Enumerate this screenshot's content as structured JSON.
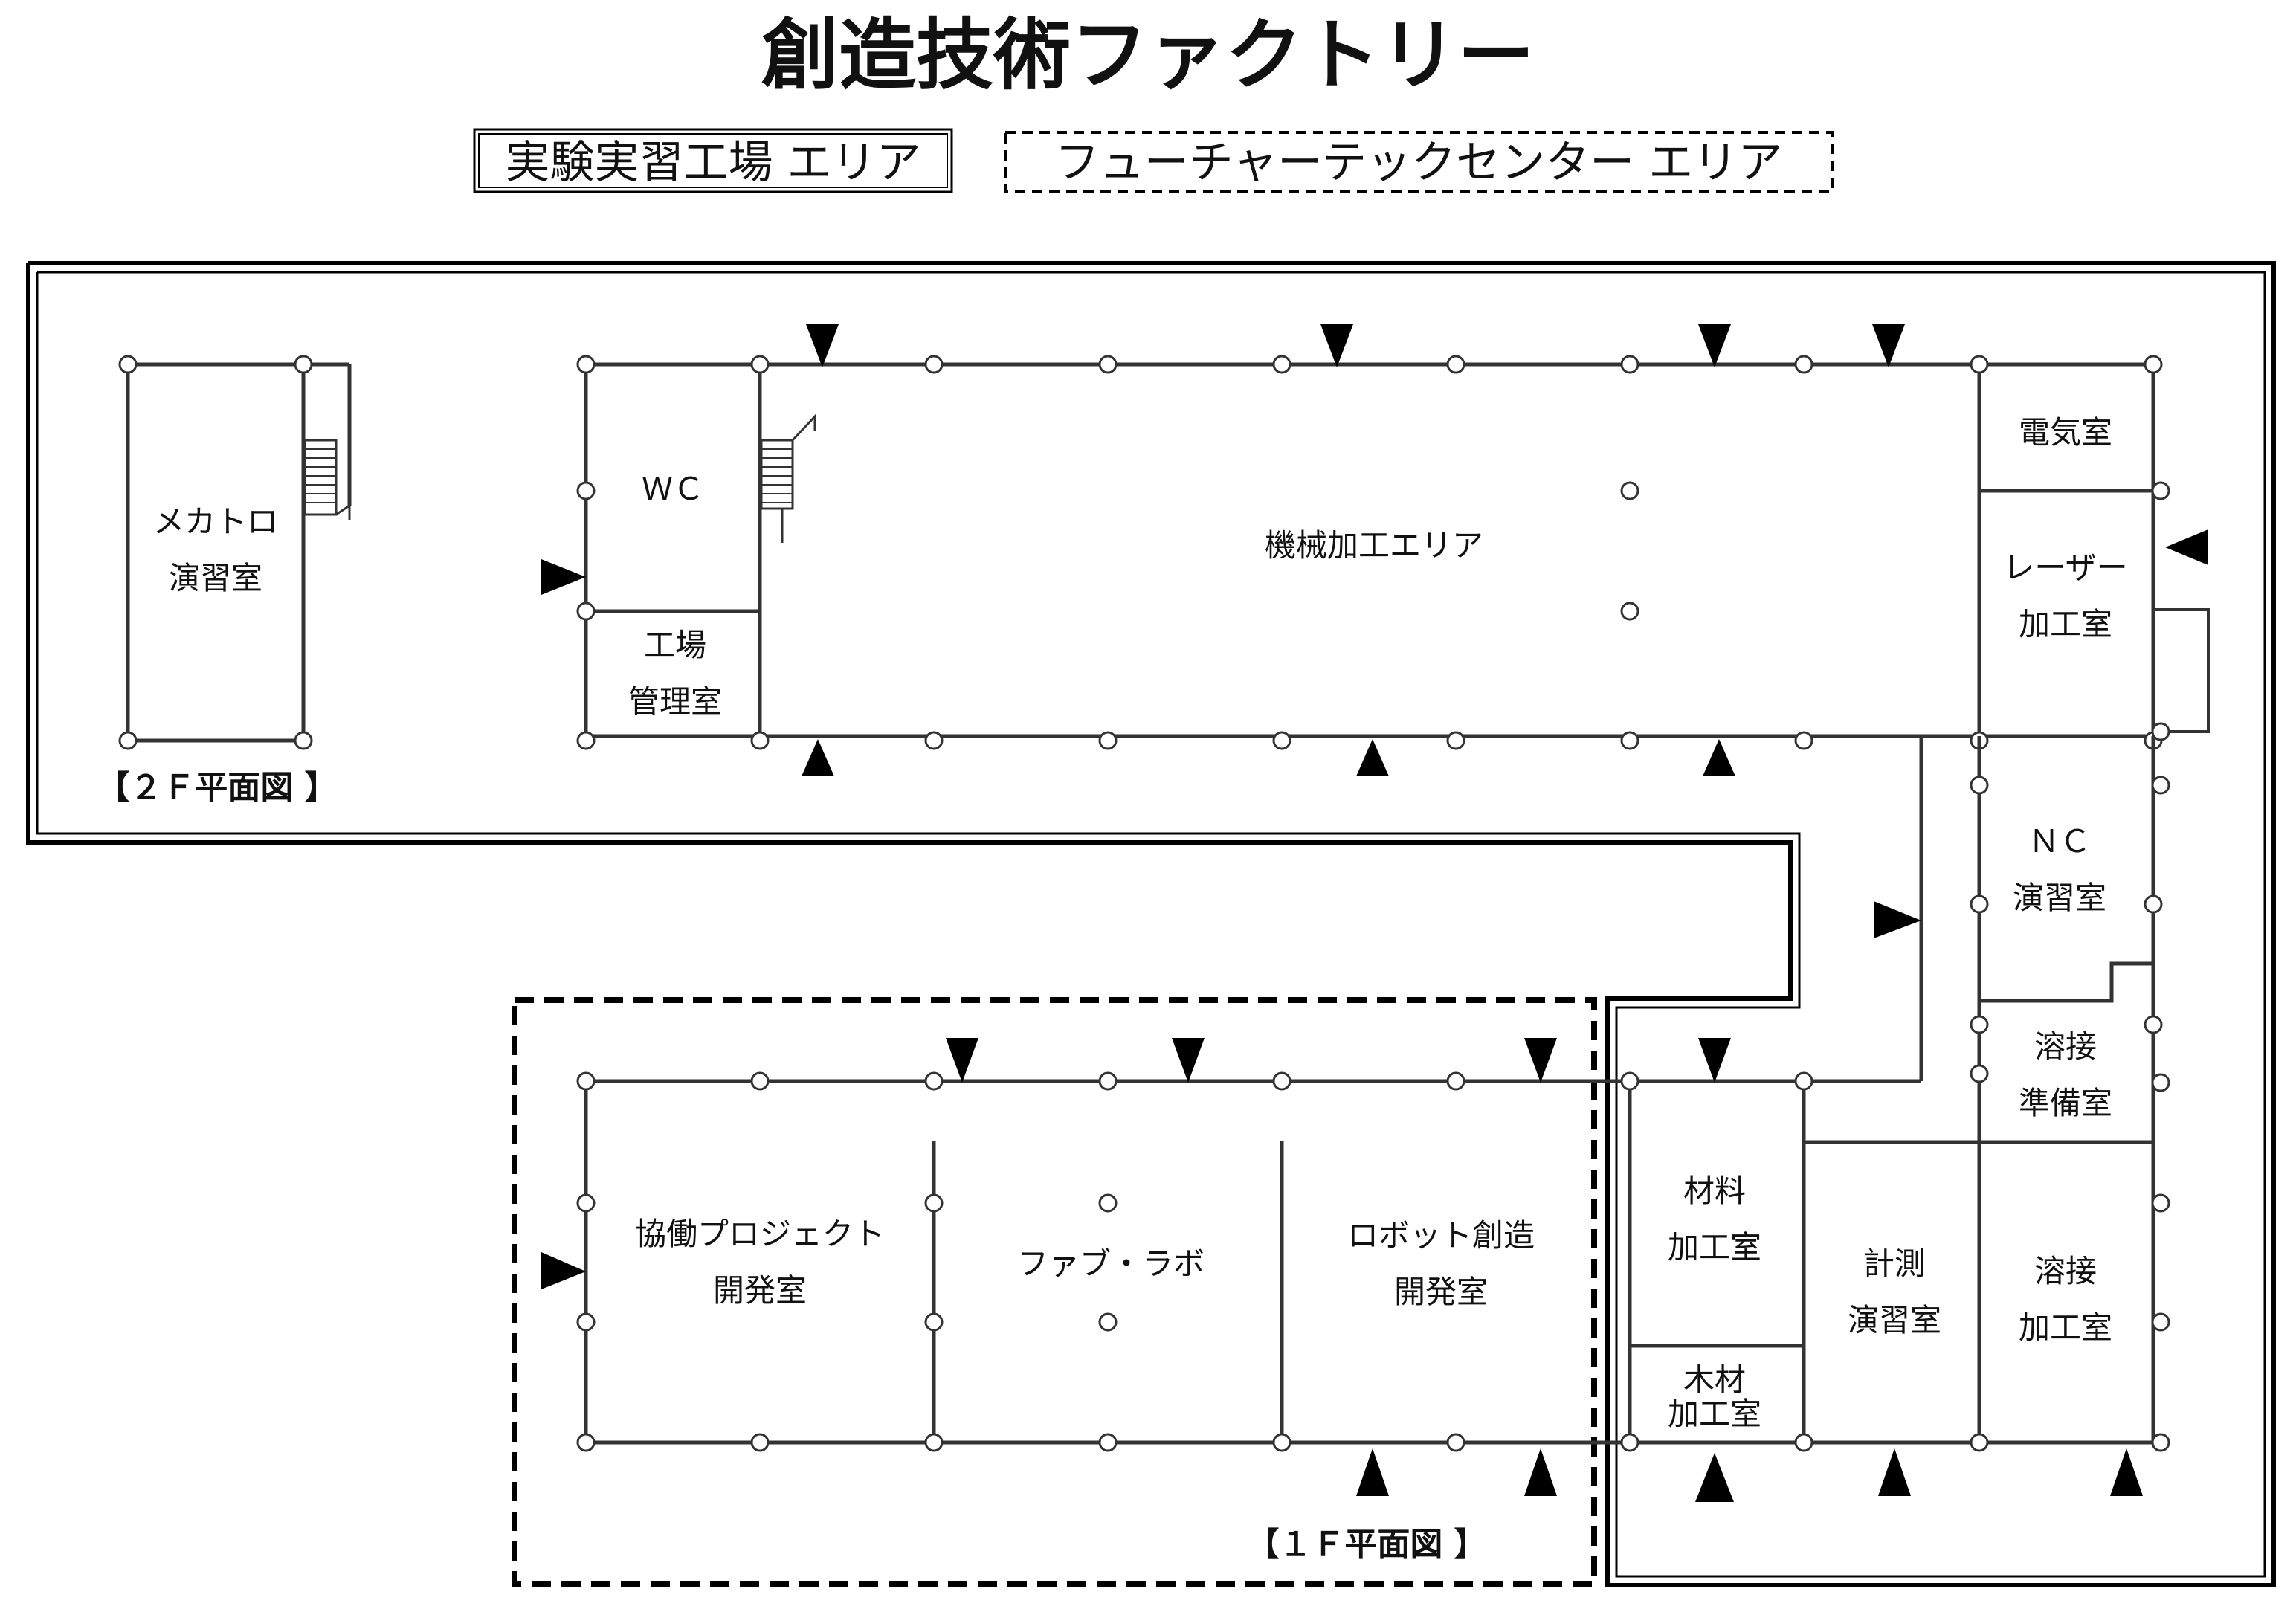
{
  "title": "創造技術ファクトリー",
  "legend": {
    "solid_area": "実験実習工場 エリア",
    "dashed_area": "フューチャーテックセンター エリア"
  },
  "plans": {
    "floor2": "【２Ｆ平面図 】",
    "floor1": "【１Ｆ平面図 】"
  },
  "rooms_2f": {
    "mechatro_1": "メカトロ",
    "mechatro_2": "演習室",
    "wc": "ＷＣ",
    "factory_office_1": "工場",
    "factory_office_2": "管理室",
    "machining_area": "機械加工エリア",
    "electric_room": "電気室",
    "laser_1": "レーザー",
    "laser_2": "加工室"
  },
  "rooms_1f": {
    "nc_1": "ＮＣ",
    "nc_2": "演習室",
    "weld_prep_1": "溶接",
    "weld_prep_2": "準備室",
    "collab_1": "協働プロジェクト",
    "collab_2": "開発室",
    "fablab": "ファブ・ラボ",
    "robot_1": "ロボット創造",
    "robot_2": "開発室",
    "material_1": "材料",
    "material_2": "加工室",
    "wood_1": "木材",
    "wood_2": "加工室",
    "measure_1": "計測",
    "measure_2": "演習室",
    "welding_1": "溶接",
    "welding_2": "加工室"
  },
  "colors": {
    "line": "#333333",
    "border": "#000000",
    "background": "#ffffff"
  }
}
